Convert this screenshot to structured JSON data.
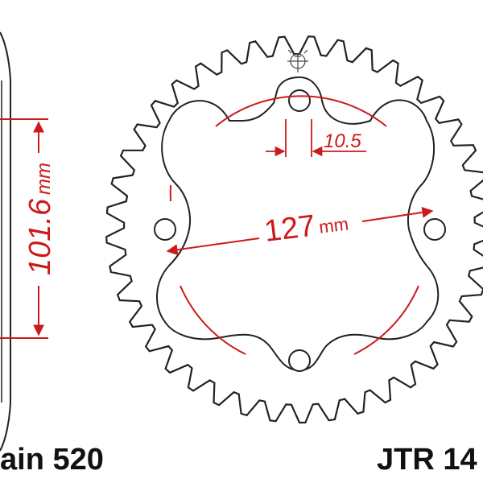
{
  "diagram": {
    "pitch_circle_value": "127",
    "pitch_circle_unit": "mm",
    "bore_value": "101.6",
    "bore_unit": "mm",
    "bolt_hole_value": "10.5",
    "chain_label": "ain 520",
    "part_label": "JTR 14",
    "colors": {
      "outline": "#222222",
      "dimension": "#cc1a1a"
    }
  }
}
